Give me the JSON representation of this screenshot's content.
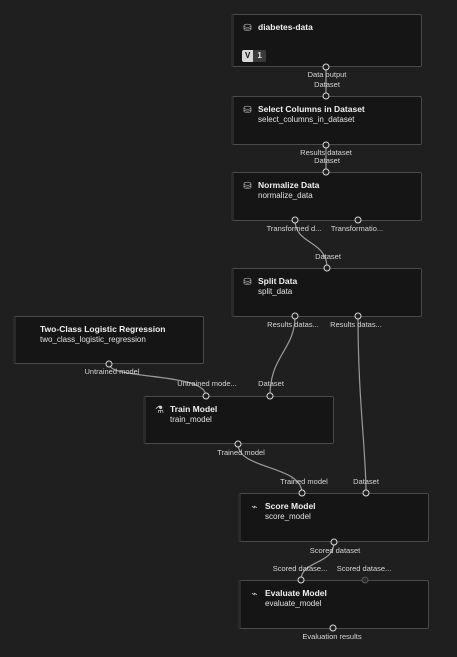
{
  "nodes": {
    "diabetes": {
      "title": "diabetes-data",
      "icon": "dataset-icon",
      "version_prefix": "V",
      "version": "1"
    },
    "select_columns": {
      "title": "Select Columns in Dataset",
      "subtitle": "select_columns_in_dataset",
      "icon": "module-icon"
    },
    "normalize": {
      "title": "Normalize Data",
      "subtitle": "normalize_data",
      "icon": "module-icon"
    },
    "split": {
      "title": "Split Data",
      "subtitle": "split_data",
      "icon": "module-icon"
    },
    "logistic": {
      "title": "Two-Class Logistic Regression",
      "subtitle": "two_class_logistic_regression"
    },
    "train": {
      "title": "Train Model",
      "subtitle": "train_model",
      "icon": "train-icon"
    },
    "score": {
      "title": "Score Model",
      "subtitle": "score_model",
      "icon": "chart-icon"
    },
    "evaluate": {
      "title": "Evaluate Model",
      "subtitle": "evaluate_model",
      "icon": "chart-icon"
    }
  },
  "ports": {
    "diabetes_out": "Data output",
    "select_in": "Dataset",
    "select_out": "Results dataset",
    "normalize_in": "Dataset",
    "normalize_out1": "Transformed d...",
    "normalize_out2": "Transformatio...",
    "split_in": "Dataset",
    "split_out1": "Results datas...",
    "split_out2": "Results datas...",
    "logistic_out": "Untrained model",
    "train_in1": "Untrained mode...",
    "train_in2": "Dataset",
    "train_out": "Trained model",
    "score_in1": "Trained model",
    "score_in2": "Dataset",
    "score_out": "Scored dataset",
    "evaluate_in1": "Scored datase...",
    "evaluate_in2": "Scored datase...",
    "evaluate_out": "Evaluation results"
  },
  "colors": {
    "canvas": "#1f1f1f",
    "node": "#151515",
    "edge": "#9a9a9a",
    "port": "#d8d8d8"
  }
}
